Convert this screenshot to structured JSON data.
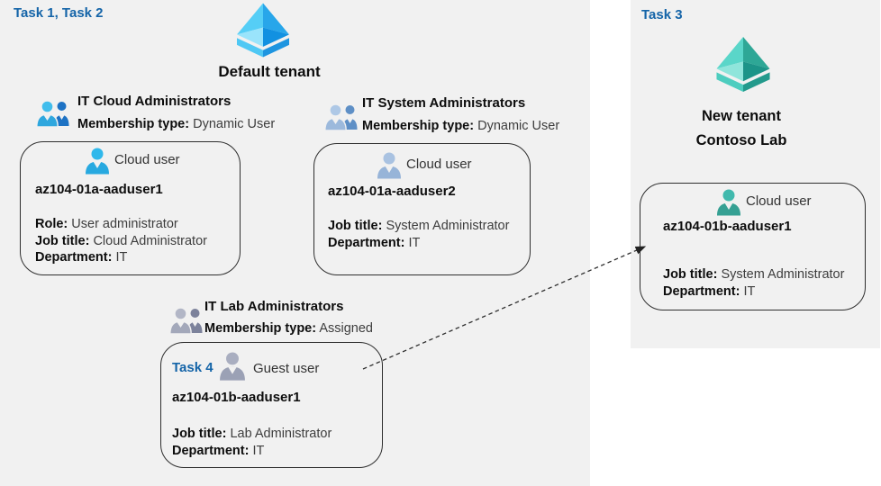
{
  "colors": {
    "panel_bg": "#f1f1f1",
    "task_blue": "#1464a8",
    "card_border": "#2e2e2e",
    "text_black": "#0d0d0d",
    "text_gray": "#3d3d3d",
    "tenant_icon_blue": [
      "#55cef6",
      "#28a6ea",
      "#9ae4fb",
      "#1291e1"
    ],
    "tenant_icon_teal": [
      "#5ad6c9",
      "#2ea796",
      "#8fe5db",
      "#1c9488"
    ],
    "cloud_user_icon": "#2fb8eb",
    "periwinkle_user_icon": "#a9c2e1",
    "guest_user_icon": "#a9aec0",
    "teal_user_icon": "#41b9ad"
  },
  "icons": {
    "default_tenant": "azure-tenant-icon",
    "new_tenant": "azure-tenant-icon-teal",
    "group": "user-group-icon",
    "user": "user-icon",
    "arrow": "dashed-arrow"
  },
  "left_panel": {
    "task_label": "Task 1, Task 2",
    "tenant_name": "Default tenant"
  },
  "right_panel": {
    "task_label": "Task 3",
    "tenant_name_line1": "New tenant",
    "tenant_name_line2": "Contoso Lab"
  },
  "groups": {
    "cloud": {
      "title": "IT Cloud Administrators",
      "membership_label": "Membership type:",
      "membership_value": "Dynamic User"
    },
    "system": {
      "title": "IT System Administrators",
      "membership_label": "Membership type:",
      "membership_value": "Dynamic User"
    },
    "lab": {
      "title": "IT Lab Administrators",
      "membership_label": "Membership type:",
      "membership_value": "Assigned"
    }
  },
  "cards": {
    "cloud1": {
      "user_type": "Cloud user",
      "name": "az104-01a-aaduser1",
      "fields": [
        {
          "label": "Role:",
          "value": "User administrator"
        },
        {
          "label": "Job title:",
          "value": "Cloud Administrator"
        },
        {
          "label": "Department:",
          "value": "IT"
        }
      ]
    },
    "cloud2": {
      "user_type": "Cloud user",
      "name": "az104-01a-aaduser2",
      "fields": [
        {
          "label": "Job title:",
          "value": "System Administrator"
        },
        {
          "label": "Department:",
          "value": "IT"
        }
      ]
    },
    "guest": {
      "task_label": "Task 4",
      "user_type": "Guest user",
      "name": "az104-01b-aaduser1",
      "fields": [
        {
          "label": "Job title:",
          "value": "Lab Administrator"
        },
        {
          "label": "Department:",
          "value": "IT"
        }
      ]
    },
    "new_tenant_user": {
      "user_type": "Cloud user",
      "name": "az104-01b-aaduser1",
      "fields": [
        {
          "label": "Job title:",
          "value": "System Administrator"
        },
        {
          "label": "Department:",
          "value": "IT"
        }
      ]
    }
  }
}
